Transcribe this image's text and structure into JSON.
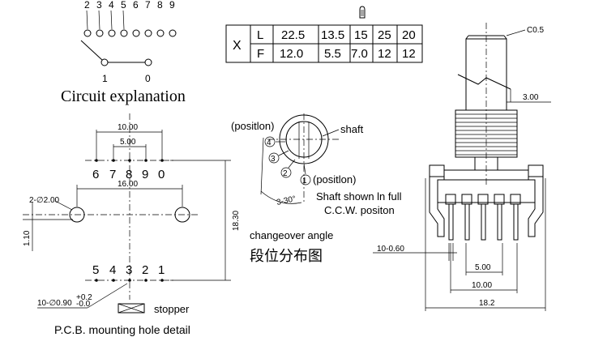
{
  "circuit": {
    "top_pins": [
      "2",
      "3",
      "4",
      "5",
      "6",
      "7",
      "8",
      "9"
    ],
    "common_labels": [
      "1",
      "0"
    ],
    "title": "Circuit explanation"
  },
  "spec_table": {
    "row_header": "X",
    "rows": [
      {
        "key": "L",
        "values": [
          "22.5",
          "13.5",
          "15",
          "25",
          "20"
        ]
      },
      {
        "key": "F",
        "values": [
          "12.0",
          "5.5",
          "7.0",
          "12",
          "12"
        ]
      }
    ]
  },
  "pcb": {
    "dim_10": "10.00",
    "dim_5": "5.00",
    "top_pins": [
      "6",
      "7",
      "8",
      "9",
      "0"
    ],
    "dim_16": "16.00",
    "hole_label": "2-∅2.00",
    "dim_1_10": "1.10",
    "dim_18_30": "18.30",
    "bottom_pins": [
      "5",
      "4",
      "3",
      "2",
      "1"
    ],
    "hole_spec": "10-∅0.90",
    "tol_plus": "+0.2",
    "tol_minus": "-0.0",
    "stopper_label": "stopper",
    "caption": "P.C.B. mounting hole detail"
  },
  "position": {
    "label_top": "(positlon)",
    "shaft": "shaft",
    "n4": "4",
    "n3": "3",
    "n2": "2",
    "n1": "1",
    "label_bottom": "(positlon)",
    "angle": "3-30°",
    "note_line1": "Shaft shown ln full",
    "note_line2": "C.C.W. positon",
    "changeover": "changeover angle",
    "chinese": "段位分布图"
  },
  "side": {
    "c05": "C0.5",
    "dim_3": "3.00",
    "dim_pin": "10-0.60",
    "dim_5": "5.00",
    "dim_10": "10.00",
    "dim_18_2": "18.2"
  }
}
